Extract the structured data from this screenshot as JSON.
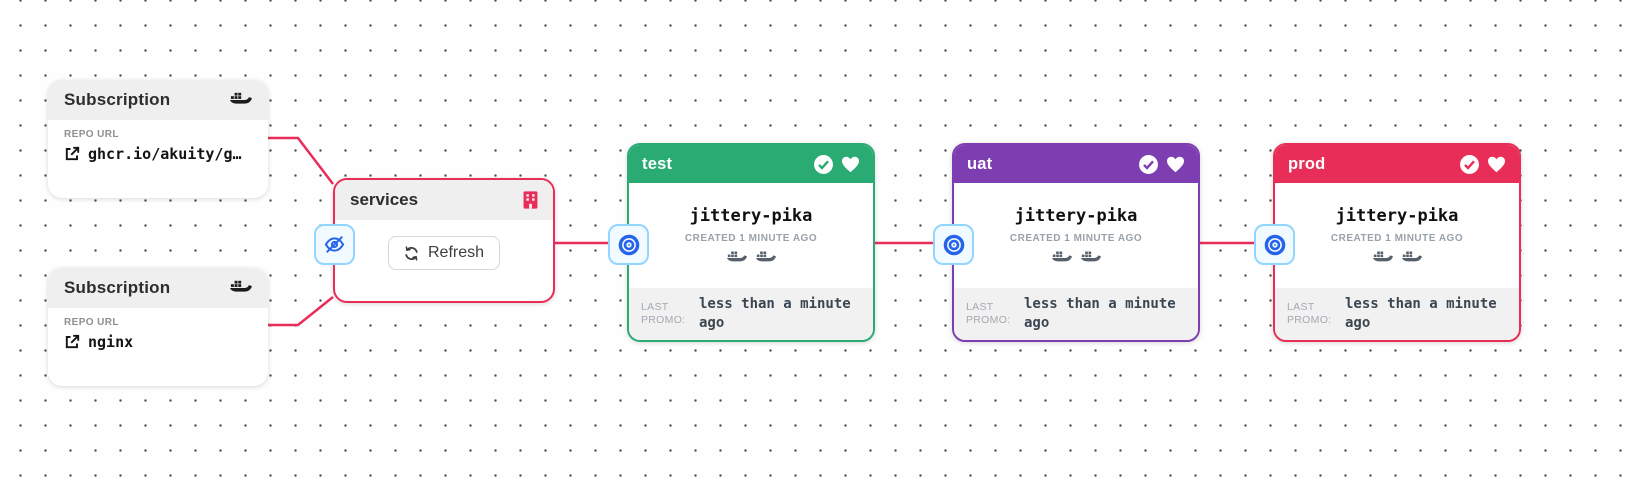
{
  "colors": {
    "connector": "#e82e58",
    "crimson": "#e82e58",
    "green": "#2bab74",
    "purple": "#7d3eb2",
    "blue_icon": "#2563eb",
    "icon_btn_border": "#93d5ff",
    "icon_btn_bg": "#f0faff"
  },
  "subscriptions": [
    {
      "title": "Subscription",
      "repo_label": "REPO URL",
      "repo_value": "ghcr.io/akuity/g…"
    },
    {
      "title": "Subscription",
      "repo_label": "REPO URL",
      "repo_value": "nginx"
    }
  ],
  "warehouse": {
    "title": "services",
    "refresh_label": "Refresh"
  },
  "stages": [
    {
      "name": "test",
      "color": "#2bab74",
      "freight_name": "jittery-pika",
      "created_label": "CREATED 1 MINUTE AGO",
      "last_promo_label": "LAST PROMO:",
      "last_promo_value": "less than a minute ago"
    },
    {
      "name": "uat",
      "color": "#7d3eb2",
      "freight_name": "jittery-pika",
      "created_label": "CREATED 1 MINUTE AGO",
      "last_promo_label": "LAST PROMO:",
      "last_promo_value": "less than a minute ago"
    },
    {
      "name": "prod",
      "color": "#e82e58",
      "freight_name": "jittery-pika",
      "created_label": "CREATED 1 MINUTE AGO",
      "last_promo_label": "LAST PROMO:",
      "last_promo_value": "less than a minute ago"
    }
  ]
}
